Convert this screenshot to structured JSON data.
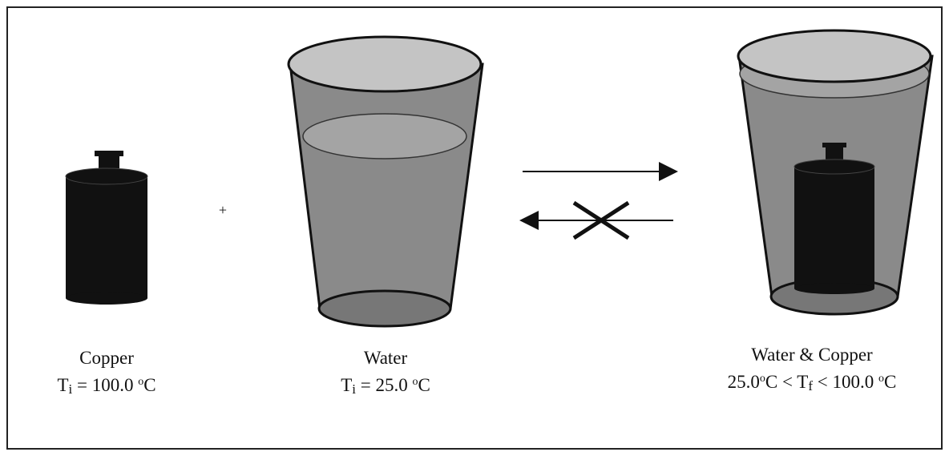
{
  "plus_sign": "+",
  "copper": {
    "name": "Copper",
    "temp_symbol": "T",
    "temp_subscript": "i",
    "temp_value": " = 100.0 ",
    "degree_symbol": "o",
    "temp_unit": "C"
  },
  "water": {
    "name": "Water",
    "temp_symbol": "T",
    "temp_subscript": "i",
    "temp_value": " = 25.0 ",
    "degree_symbol": "o",
    "temp_unit": "C"
  },
  "mixture": {
    "name": "Water & Copper",
    "lower_value": "25.0",
    "degree_symbol": "o",
    "lower_unit": "C < ",
    "temp_symbol": "T",
    "temp_subscript": "f",
    "upper_value": " < 100.0 ",
    "upper_unit": "C"
  },
  "colors": {
    "cup_body": "#8a8a8a",
    "cup_rim_inner": "#c4c4c4",
    "water_surface": "#a4a4a4",
    "cup_bottom": "#777777",
    "copper_block": "#111111",
    "outline": "#111111"
  }
}
